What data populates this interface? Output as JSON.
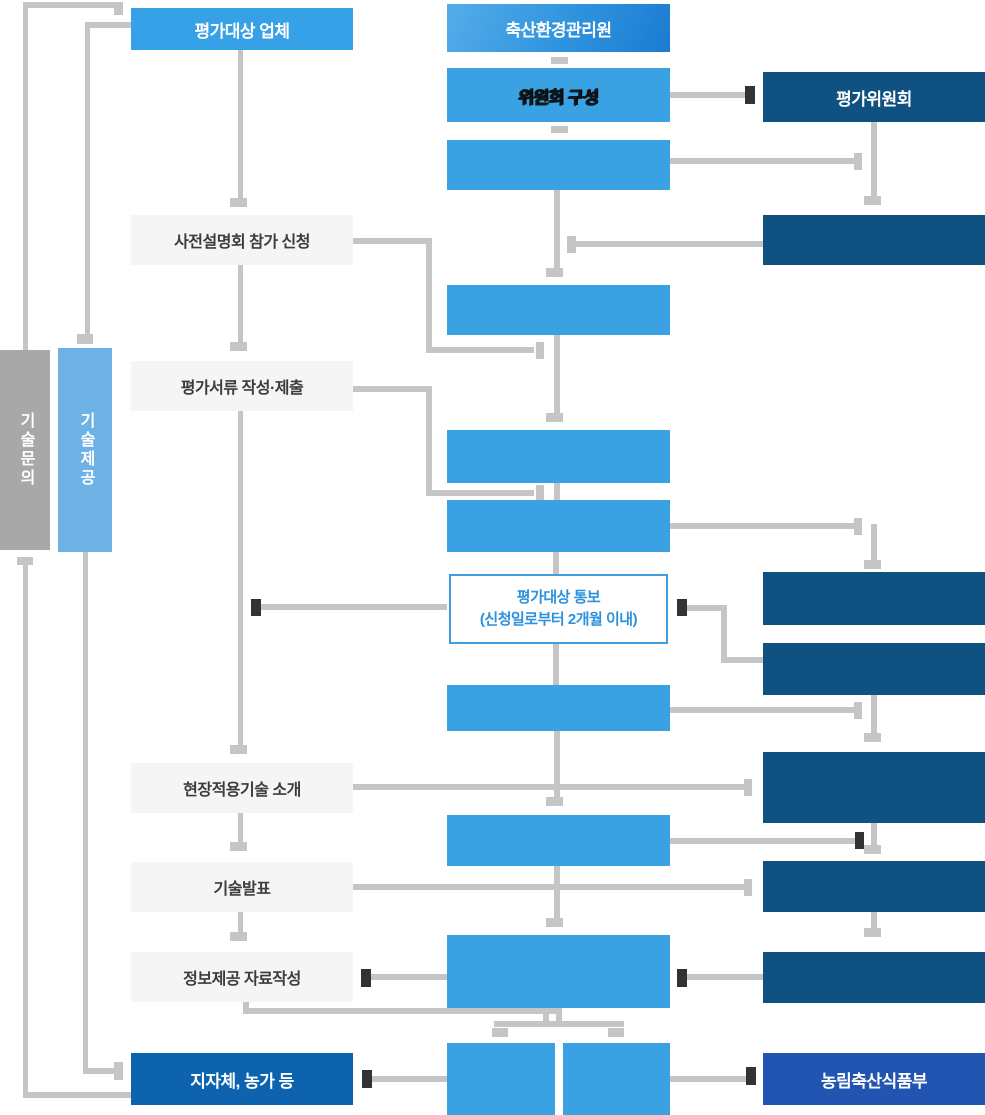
{
  "bars": {
    "inquiry": "기술문의",
    "provision": "기술제공"
  },
  "left_column": {
    "company": "평가대상 업체",
    "briefing_request": "사전설명회 참가 신청",
    "document_submit": "평가서류 작성·제출",
    "field_tech_intro": "현장적용기술 소개",
    "tech_presentation": "기술발표",
    "info_material": "정보제공 자료작성",
    "local_gov": "지자체, 농가 등"
  },
  "center_column": {
    "agency": "축산환경관리원",
    "committee_setup": "위원회 구성",
    "notice_line1": "평가대상 통보",
    "notice_line2": "(신청일로부터 2개월 이내)"
  },
  "right_column": {
    "evaluation_committee": "평가위원회",
    "ministry": "농림축산식품부"
  },
  "colors": {
    "light_blue_box": "#36a1e6",
    "center_blue_box": "#3aa2e3",
    "gradient_from": "#55ace9",
    "gradient_to": "#1b7cd1",
    "navy_box": "#0f5180",
    "mid_blue_box": "#0d63ad",
    "royal_blue_box": "#2255b2",
    "gray_box": "#f5f5f5",
    "gray_bar": "#a8a8a8",
    "light_blue_bar": "#6db1e5",
    "connector_line": "#c5c5c5",
    "dark_arrow": "#333333",
    "notice_border": "#3b9fe0",
    "notice_text": "#2e91dc"
  }
}
